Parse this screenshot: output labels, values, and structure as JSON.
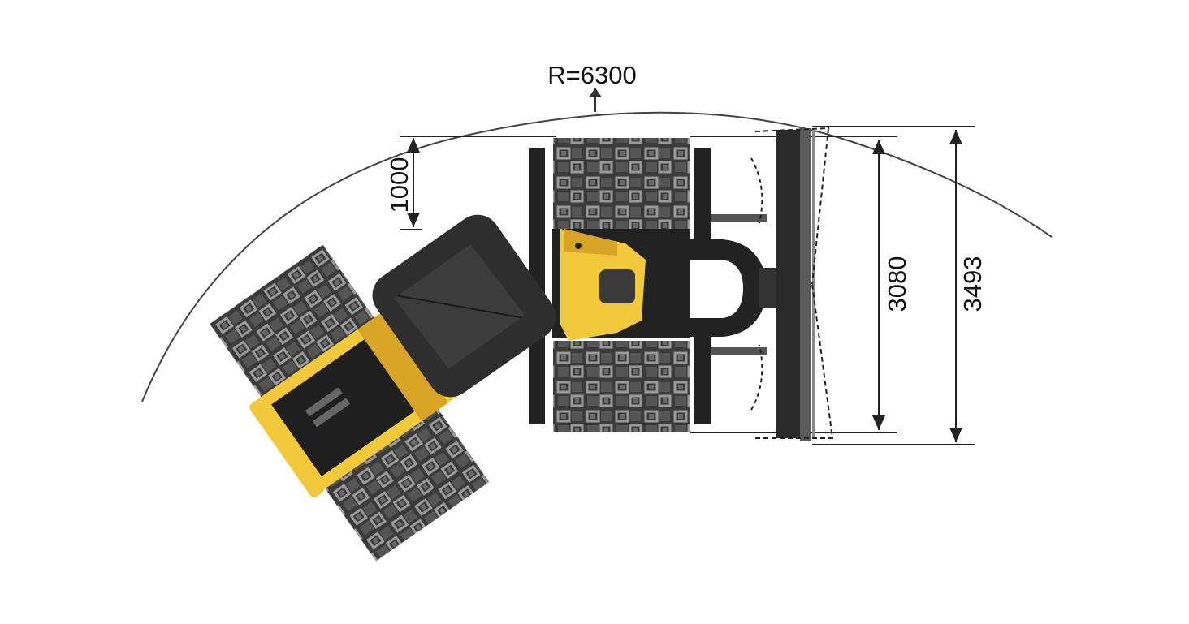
{
  "diagram": {
    "radius_label": "R=6300",
    "dim_labels": {
      "offset": "1000",
      "inner_width": "3080",
      "outer_width": "3493"
    }
  },
  "colors": {
    "machine_yellow": "#f2c93a",
    "machine_yellow_dark": "#d9a526",
    "body_dark": "#2e2e2e",
    "tire_dark": "#3a3a3a",
    "tire_block": "#8a8a8a",
    "line": "#333333"
  }
}
